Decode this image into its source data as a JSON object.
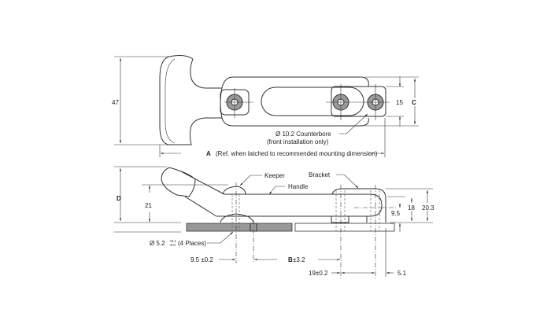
{
  "title_view": {
    "dim_height": "47",
    "dim_c_label": "C",
    "dim_c_value": "15",
    "counterbore_line1": "Ø 10.2  Counterbore",
    "counterbore_line2": "(front installation only)",
    "dim_a_label": "A",
    "dim_a_note": "(Ref. when latched to recommended mounting dimension)"
  },
  "side_view": {
    "dim_d_label": "D",
    "dim_21": "21",
    "keeper_label": "Keeper",
    "handle_label": "Handle",
    "bracket_label": "Bracket",
    "dim_18": "18",
    "dim_20_3": "20.3",
    "dim_9_5_right": "9.5",
    "hole_dia": "Ø 5.2",
    "hole_tol_plus": "+0.1",
    "hole_tol_minus": "-0.0",
    "hole_places": "(4 Places)",
    "dim_9_5": "9.5 ±0.2",
    "dim_b_label": "B",
    "dim_b_tol": "±3.2",
    "dim_19": "19±0.2",
    "dim_5_1": "5.1"
  }
}
